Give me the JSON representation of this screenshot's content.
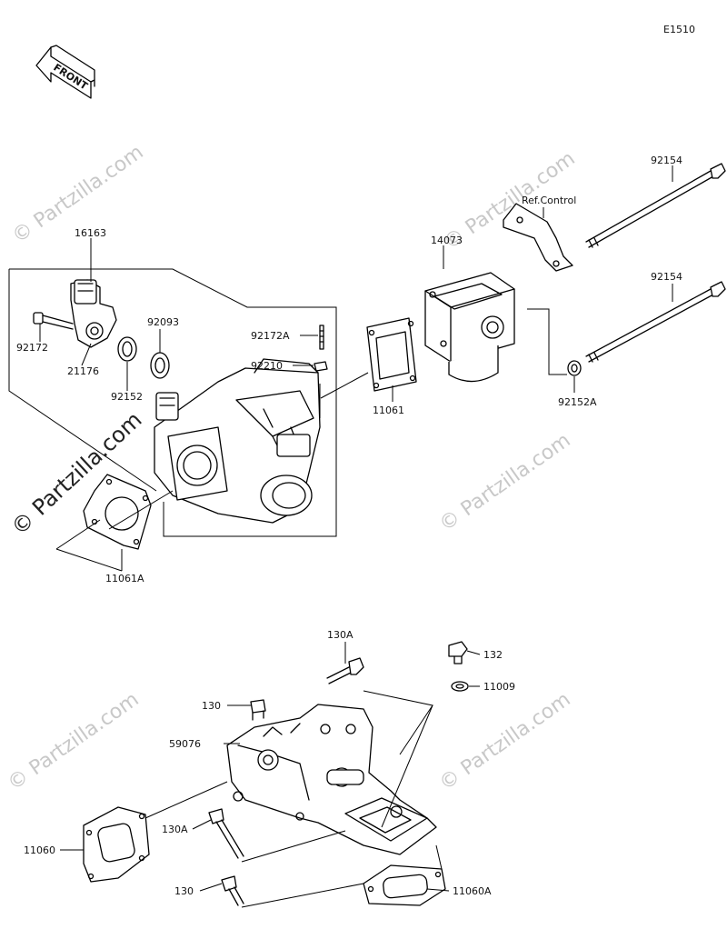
{
  "diagram_code": "E1510",
  "front_label": "FRONT",
  "reference_note": "Ref.Control",
  "watermark": "© Partzilla.com",
  "parts": {
    "p16163": "16163",
    "p92172": "92172",
    "p21176": "21176",
    "p92152": "92152",
    "p92093": "92093",
    "p92172A": "92172A",
    "p92210": "92210",
    "p11061": "11061",
    "p11061A": "11061A",
    "p14073": "14073",
    "p92154_top": "92154",
    "p92154_bottom": "92154",
    "p92152A": "92152A",
    "p130A_top": "130A",
    "p130_top": "130",
    "p59076": "59076",
    "p11060": "11060",
    "p130A_bottom": "130A",
    "p130_bottom": "130",
    "p132": "132",
    "p11009": "11009",
    "p11060A": "11060A"
  }
}
